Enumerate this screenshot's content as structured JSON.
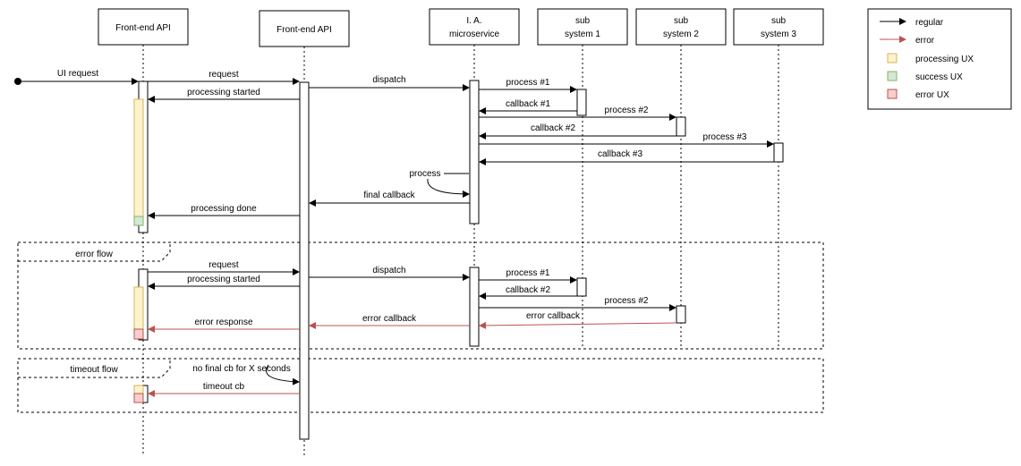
{
  "participants": [
    {
      "line1": "Front-end API",
      "line2": ""
    },
    {
      "line1": "Front-end API",
      "line2": ""
    },
    {
      "line1": "I. A.",
      "line2": "microservice"
    },
    {
      "line1": "sub",
      "line2": "system 1"
    },
    {
      "line1": "sub",
      "line2": "system 2"
    },
    {
      "line1": "sub",
      "line2": "system 3"
    }
  ],
  "legend": {
    "regular": "regular",
    "error": "error",
    "processing_ux": "processing UX",
    "success_ux": "success UX",
    "error_ux": "error UX"
  },
  "colors": {
    "processing": "#fff2cc",
    "processing_stroke": "#d6b656",
    "success": "#d5e8d4",
    "success_stroke": "#82b366",
    "error": "#f8cecc",
    "error_stroke": "#b85450",
    "error_line": "#b85450"
  },
  "frames": {
    "error_flow": "error flow",
    "timeout_flow": "timeout flow"
  },
  "messages": {
    "ui_request": "UI request",
    "request": "request",
    "processing_started": "processing started",
    "dispatch": "dispatch",
    "process_1": "process #1",
    "callback_1": "callback #1",
    "process_2": "process #2",
    "callback_2": "callback #2",
    "process_3": "process #3",
    "callback_3": "callback #3",
    "process": "process",
    "final_callback": "final callback",
    "processing_done": "processing done",
    "e_request": "request",
    "e_processing_started": "processing started",
    "e_dispatch": "dispatch",
    "e_process_1": "process #1",
    "e_callback_2": "callback #2",
    "e_process_2": "process #2",
    "error_callback_ss": "error callback",
    "error_callback": "error callback",
    "error_response": "error response",
    "no_final_cb": "no final cb for X seconds",
    "timeout_cb": "timeout cb"
  }
}
